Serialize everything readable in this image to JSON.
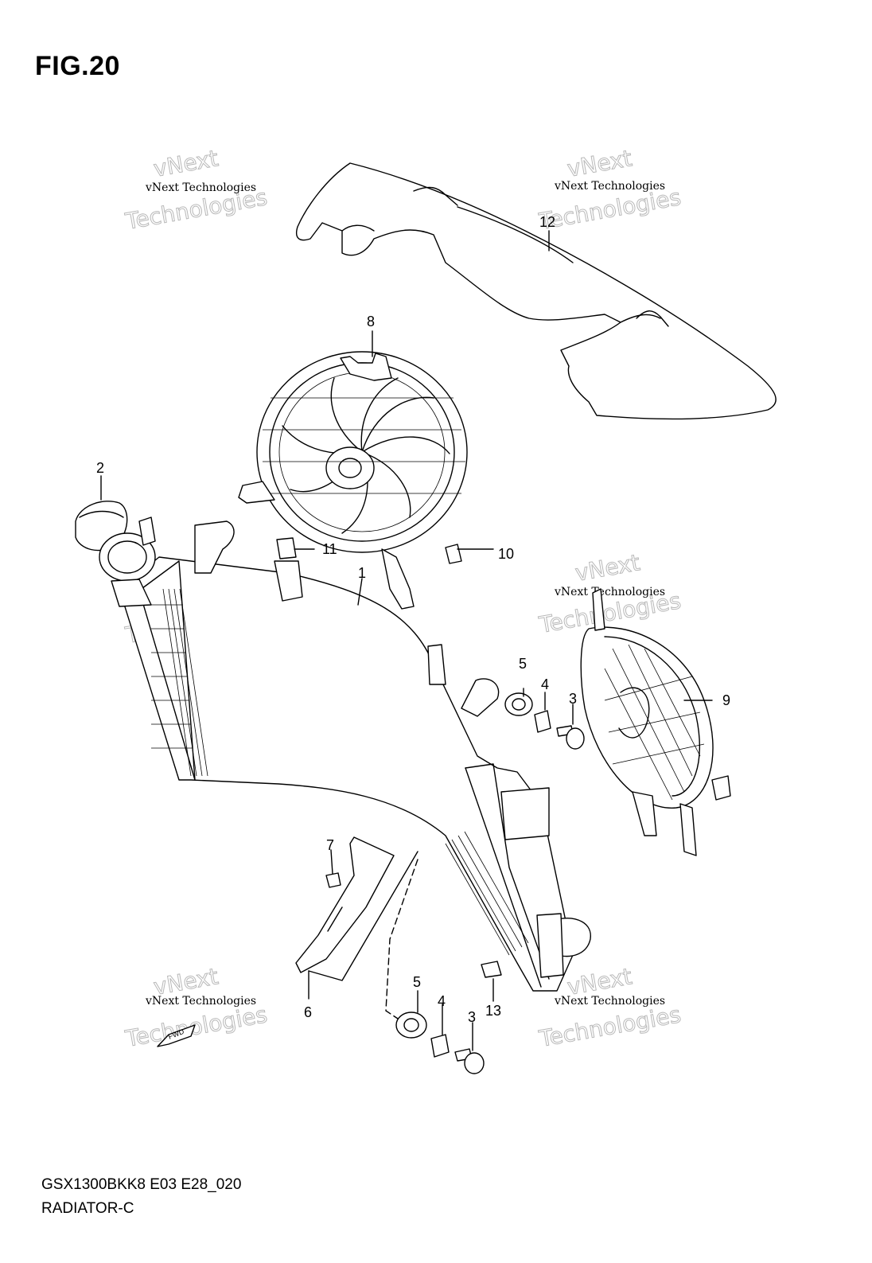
{
  "figure": {
    "title": "FIG.20",
    "model_code": "GSX1300BKK8 E03 E28_020",
    "assembly_name": "RADIATOR-C"
  },
  "watermark": {
    "line1": "vNext Technologies",
    "line2": "vNext",
    "line3": "Technologies"
  },
  "callouts": [
    {
      "id": "c1",
      "label": "1"
    },
    {
      "id": "c2",
      "label": "2"
    },
    {
      "id": "c3a",
      "label": "3"
    },
    {
      "id": "c3b",
      "label": "3"
    },
    {
      "id": "c4a",
      "label": "4"
    },
    {
      "id": "c4b",
      "label": "4"
    },
    {
      "id": "c5a",
      "label": "5"
    },
    {
      "id": "c5b",
      "label": "5"
    },
    {
      "id": "c6",
      "label": "6"
    },
    {
      "id": "c7",
      "label": "7"
    },
    {
      "id": "c8",
      "label": "8"
    },
    {
      "id": "c9",
      "label": "9"
    },
    {
      "id": "c10",
      "label": "10"
    },
    {
      "id": "c11",
      "label": "11"
    },
    {
      "id": "c12",
      "label": "12"
    },
    {
      "id": "c13",
      "label": "13"
    }
  ],
  "fwd_arrow": {
    "label": "FWD"
  }
}
